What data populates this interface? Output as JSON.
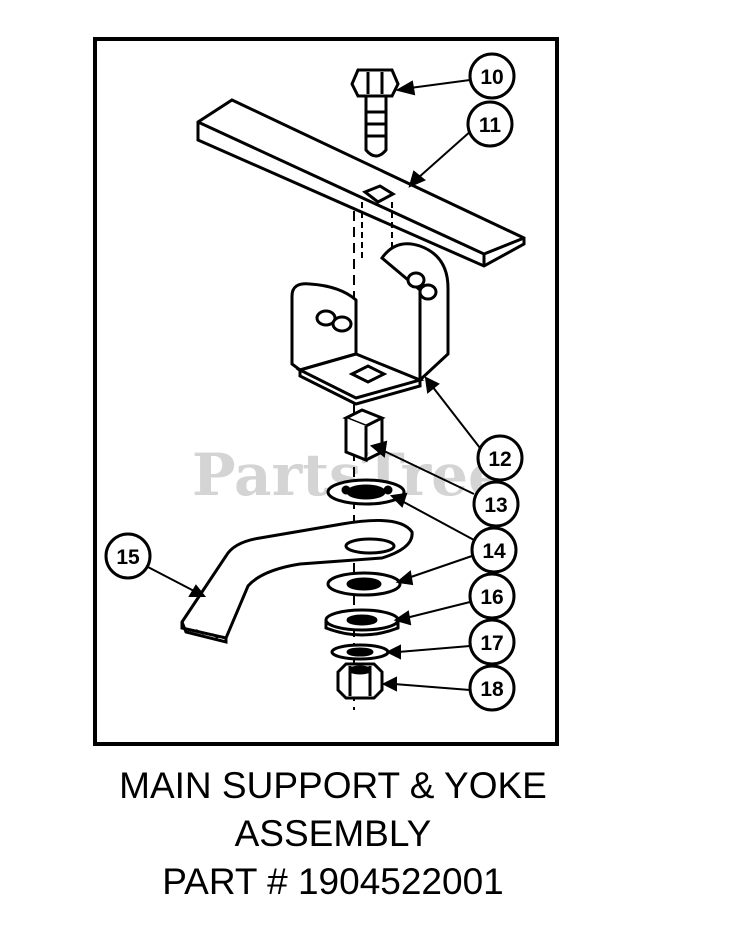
{
  "watermark": "PartsTree",
  "callouts": [
    {
      "id": "10",
      "label": "10"
    },
    {
      "id": "11",
      "label": "11"
    },
    {
      "id": "12",
      "label": "12"
    },
    {
      "id": "13",
      "label": "13"
    },
    {
      "id": "14",
      "label": "14"
    },
    {
      "id": "15",
      "label": "15"
    },
    {
      "id": "16",
      "label": "16"
    },
    {
      "id": "17",
      "label": "17"
    },
    {
      "id": "18",
      "label": "18"
    }
  ],
  "caption": {
    "line1": "MAIN SUPPORT & YOKE",
    "line2": "ASSEMBLY",
    "line3": "PART # 1904522001"
  }
}
